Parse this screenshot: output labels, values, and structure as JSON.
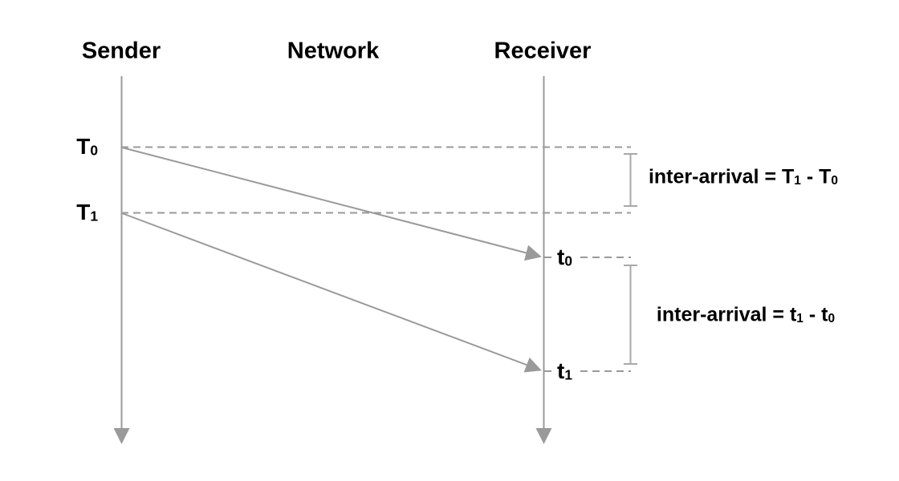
{
  "diagram": {
    "type": "packet-timing-sequence-diagram",
    "columns": [
      {
        "id": "sender",
        "label": "Sender"
      },
      {
        "id": "network",
        "label": "Network"
      },
      {
        "id": "receiver",
        "label": "Receiver"
      }
    ],
    "send_events": [
      {
        "base": "T",
        "sub": "0"
      },
      {
        "base": "T",
        "sub": "1"
      }
    ],
    "receive_events": [
      {
        "base": "t",
        "sub": "0"
      },
      {
        "base": "t",
        "sub": "1"
      }
    ],
    "annotations": {
      "send_gap": {
        "prefix": "inter-arrival = T",
        "sub1": "1",
        "infix": " - T",
        "sub2": "0"
      },
      "receive_gap": {
        "prefix": "inter-arrival = t",
        "sub1": "1",
        "infix": " - t",
        "sub2": "0"
      }
    },
    "colors": {
      "line": "#9a9a9a",
      "bracket": "#a8a8a8",
      "text": "#000000",
      "background": "#ffffff"
    }
  }
}
